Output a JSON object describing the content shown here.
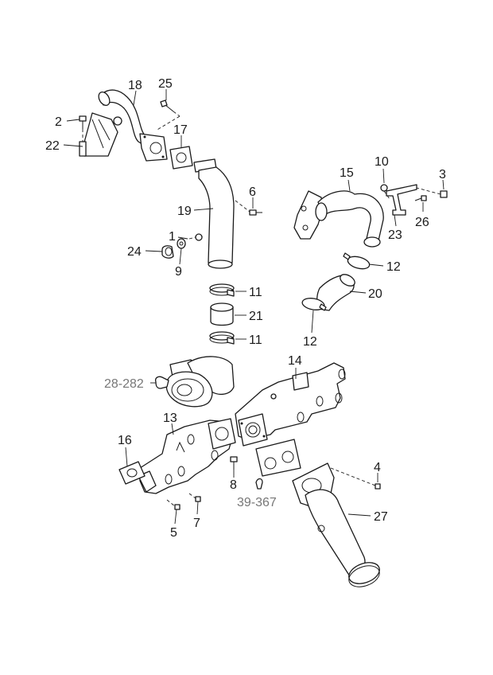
{
  "callouts": {
    "c1": "1",
    "c2": "2",
    "c3": "3",
    "c4": "4",
    "c5": "5",
    "c6": "6",
    "c7": "7",
    "c8": "8",
    "c9": "9",
    "c10": "10",
    "c11a": "11",
    "c11b": "11",
    "c12a": "12",
    "c12b": "12",
    "c13": "13",
    "c14": "14",
    "c15": "15",
    "c16": "16",
    "c17": "17",
    "c18": "18",
    "c19": "19",
    "c20": "20",
    "c21": "21",
    "c22": "22",
    "c23": "23",
    "c24": "24",
    "c25": "25",
    "c26": "26",
    "c27": "27"
  },
  "references": {
    "turbo_ref": "28-282",
    "gasket_ref": "39-367"
  },
  "colors": {
    "line": "#1a1a1a",
    "reference_text": "#777777",
    "background": "#ffffff"
  }
}
